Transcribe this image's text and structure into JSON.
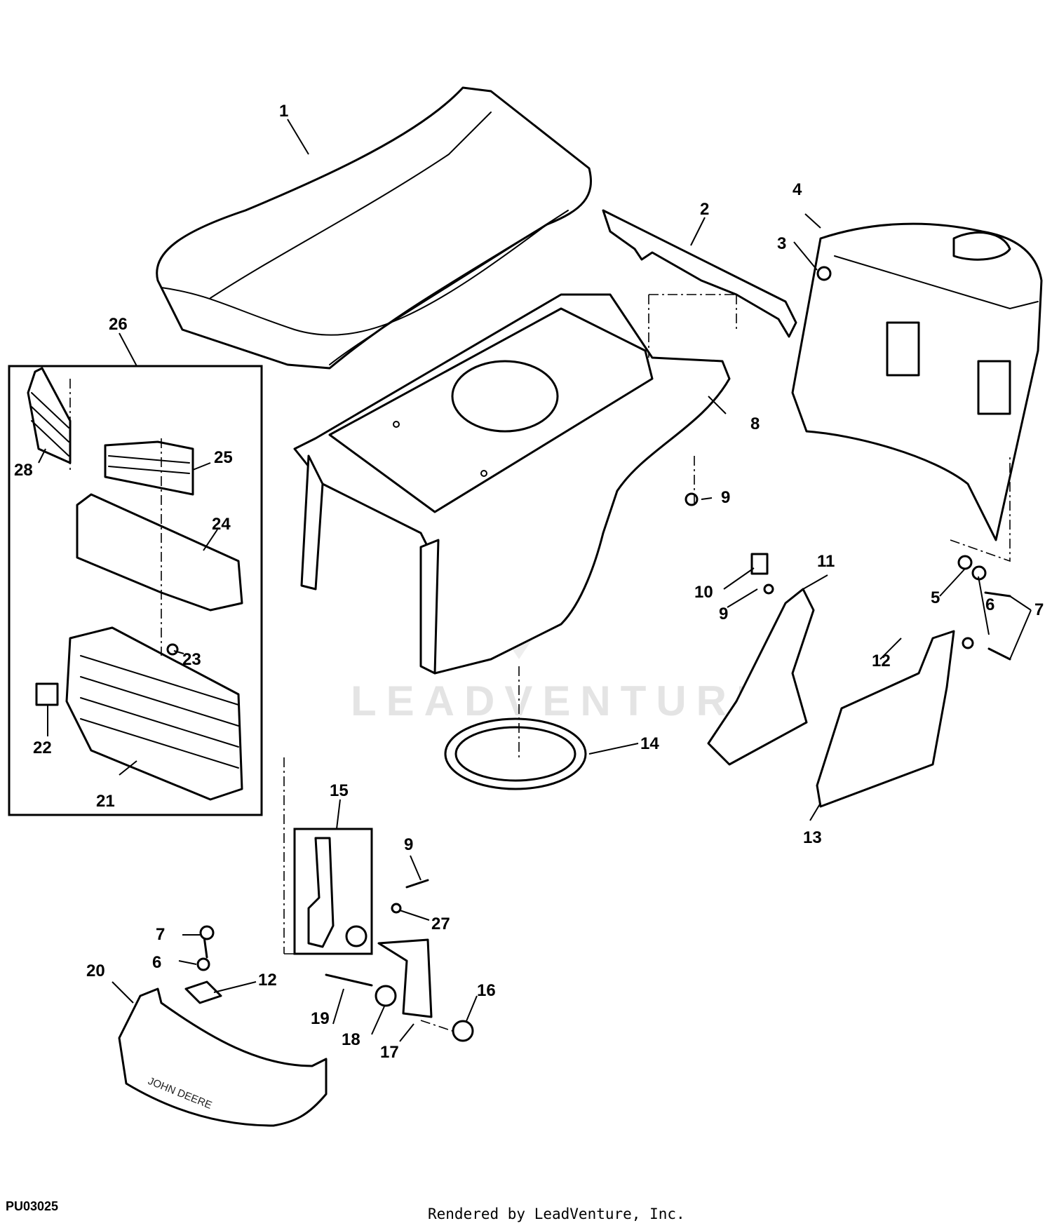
{
  "diagram": {
    "callouts": {
      "c1": "1",
      "c2": "2",
      "c3": "3",
      "c4": "4",
      "c5": "5",
      "c6a": "6",
      "c6b": "6",
      "c7a": "7",
      "c7b": "7",
      "c8": "8",
      "c9a": "9",
      "c9b": "9",
      "c9c": "9",
      "c10": "10",
      "c11": "11",
      "c12a": "12",
      "c12b": "12",
      "c13": "13",
      "c14": "14",
      "c15": "15",
      "c16": "16",
      "c17": "17",
      "c18": "18",
      "c19": "19",
      "c20": "20",
      "c21": "21",
      "c22": "22",
      "c23": "23",
      "c24": "24",
      "c25": "25",
      "c26": "26",
      "c27": "27",
      "c28": "28"
    },
    "bumper_emboss": "JOHN DEERE",
    "watermark": "LEADVENTURE",
    "drawing_id": "PU03025",
    "credit": "Rendered by LeadVenture, Inc."
  }
}
